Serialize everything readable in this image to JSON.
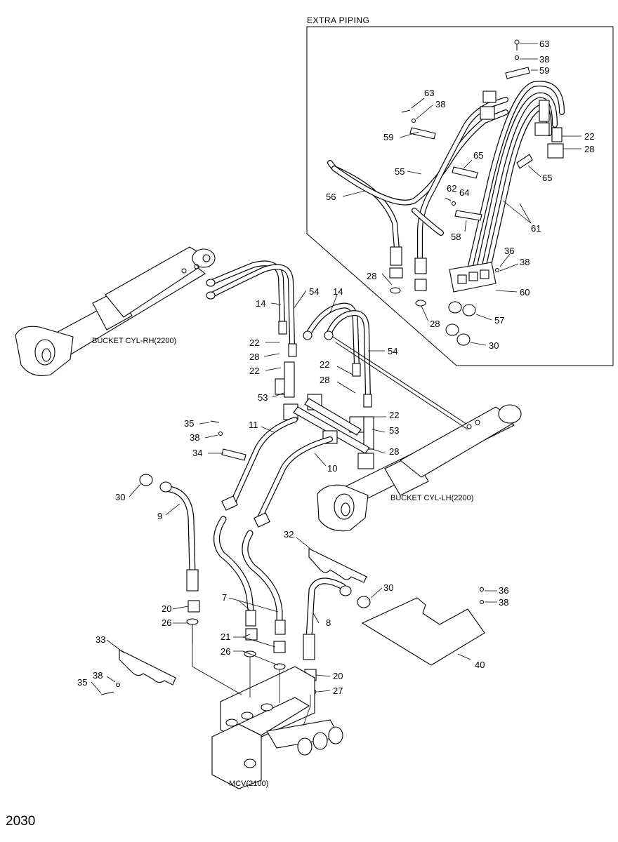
{
  "page_number": "2030",
  "inset": {
    "title": "EXTRA  PIPING"
  },
  "captions": {
    "bucket_cyl_rh": "BUCKET CYL-RH(2200)",
    "bucket_cyl_lh": "BUCKET CYL-LH(2200)",
    "mcv": "MCV(2100)"
  },
  "labels": {
    "n63a": "63",
    "n38a": "38",
    "n59a": "59",
    "n63b": "63",
    "n38b": "38",
    "n59b": "59",
    "n22i": "22",
    "n28i": "28",
    "n65a": "65",
    "n65b": "65",
    "n55": "55",
    "n56": "56",
    "n62": "62",
    "n64": "64",
    "n61": "61",
    "n58": "58",
    "n36i": "36",
    "n38i": "38",
    "n28j": "28",
    "n60": "60",
    "n28k": "28",
    "n57": "57",
    "n30i": "30",
    "n14a": "14",
    "n54a": "54",
    "n14b": "14",
    "n54b": "54",
    "n22a": "22",
    "n28a": "28",
    "n22b": "22",
    "n53a": "53",
    "n22c": "22",
    "n28b": "28",
    "n22d": "22",
    "n53b": "53",
    "n28c": "28",
    "n35a": "35",
    "n38c": "38",
    "n34": "34",
    "n11": "11",
    "n10": "10",
    "n30a": "30",
    "n9": "9",
    "n32": "32",
    "n30b": "30",
    "n36": "36",
    "n38d": "38",
    "n20a": "20",
    "n26a": "26",
    "n7": "7",
    "n8": "8",
    "n21": "21",
    "n26b": "26",
    "n33": "33",
    "n40": "40",
    "n38e": "38",
    "n35b": "35",
    "n20b": "20",
    "n27": "27"
  }
}
